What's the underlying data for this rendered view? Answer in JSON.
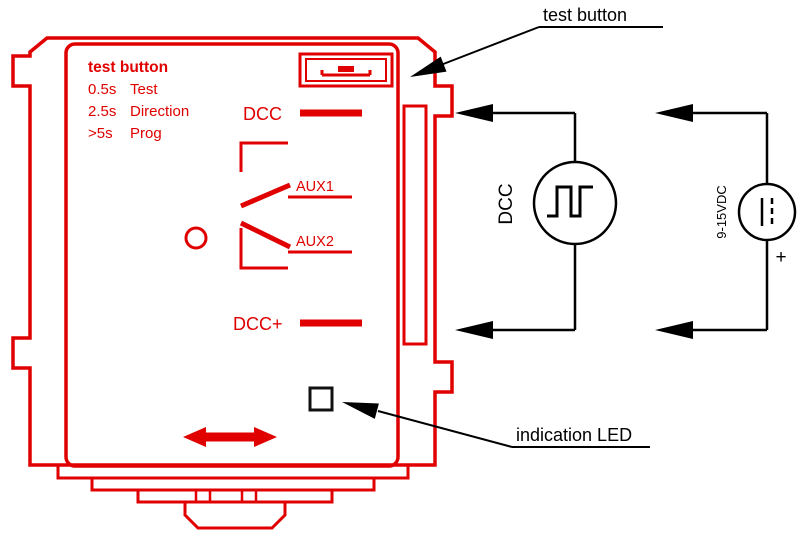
{
  "colors": {
    "device_red": "#e00000",
    "line_black": "#000000"
  },
  "device": {
    "heading": "test button",
    "timings": [
      {
        "time": "0.5s",
        "action": "Test"
      },
      {
        "time": "2.5s",
        "action": "Direction"
      },
      {
        "time": ">5s",
        "action": "Prog"
      }
    ],
    "terminal_dcc": "DCC",
    "terminal_dcc_plus": "DCC+",
    "aux1": "AUX1",
    "aux2": "AUX2"
  },
  "annotations": {
    "test_button": "test button",
    "indication_led": "indication LED"
  },
  "sources": {
    "dcc": "DCC",
    "power": "9-15VDC",
    "polarity": "+"
  }
}
